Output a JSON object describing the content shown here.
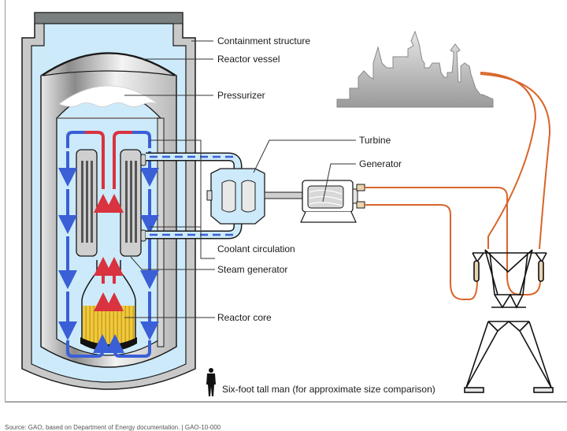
{
  "diagram": {
    "title": "Pressurized water reactor schematic",
    "labels": {
      "containment": "Containment structure",
      "vessel": "Reactor vessel",
      "pressurizer": "Pressurizer",
      "turbine": "Turbine",
      "generator": "Generator",
      "coolant": "Coolant circulation",
      "steam_generator": "Steam generator",
      "core": "Reactor core",
      "man": "Six-foot tall man (for approximate size comparison)"
    },
    "colors": {
      "water": "#cdeafa",
      "hot_flow": "#d8333f",
      "cold_flow": "#3a5fd6",
      "power_line": "#d9652a",
      "core_fuel": "#f0c93c",
      "steel": "#c9c9c9",
      "concrete_dark": "#7a7f7f"
    }
  },
  "footer": {
    "source": "Source: GAO, based on Department of Energy documentation. | GAO-10-000"
  }
}
